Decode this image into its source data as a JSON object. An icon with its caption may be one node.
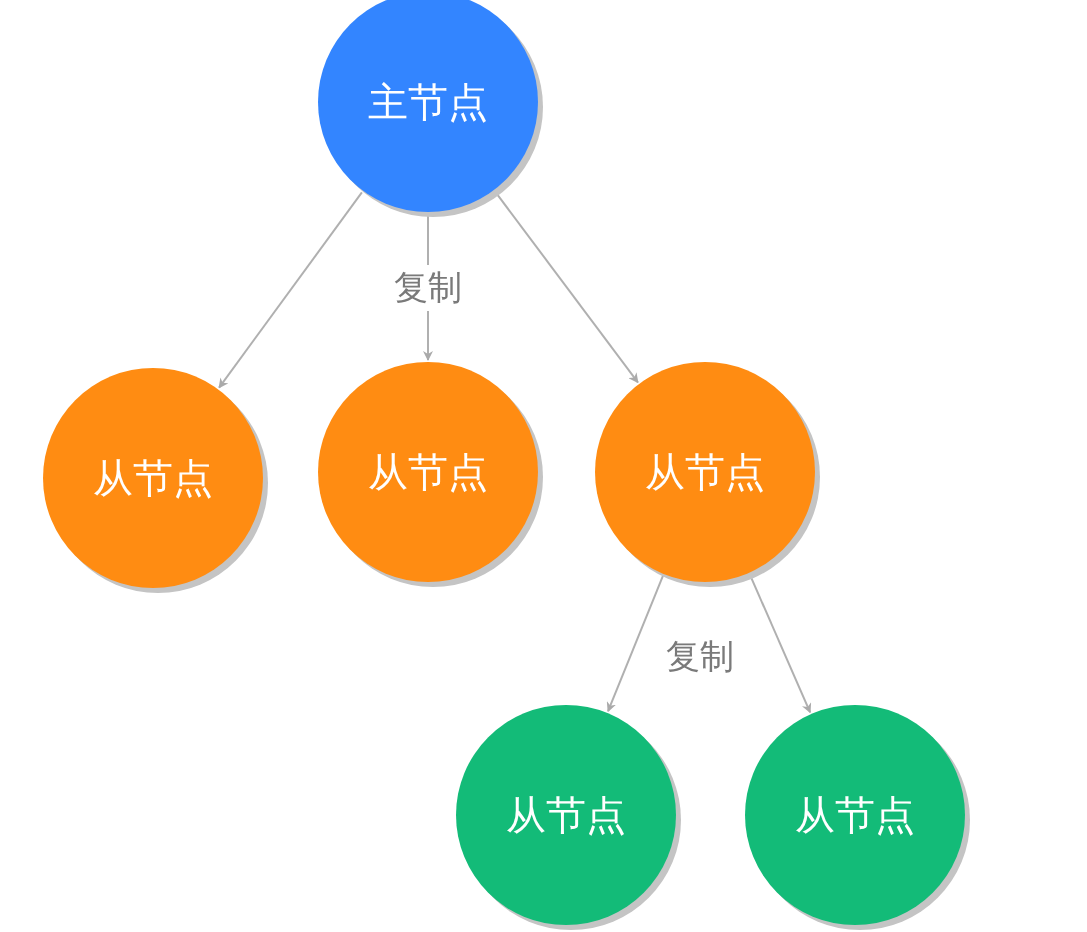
{
  "diagram": {
    "nodes": [
      {
        "text": [
          "主节点"
        ]
      },
      {
        "text": [
          "从节点"
        ]
      },
      {
        "text": [
          "从节点"
        ]
      },
      {
        "text": [
          "从节点"
        ]
      },
      {
        "text": [
          "从节点"
        ]
      },
      {
        "text": [
          "从节点"
        ]
      }
    ],
    "edges": [
      {
        "from": 0,
        "to": 1,
        "arrow": "to"
      },
      {
        "from": 0,
        "to": 2,
        "arrow": "to",
        "label": "复制"
      },
      {
        "from": 0,
        "to": 3,
        "arrow": "to"
      },
      {
        "from": 3,
        "to": 4,
        "arrow": "to"
      },
      {
        "from": 3,
        "to": 5,
        "arrow": "to"
      }
    ],
    "labels": [
      "复制"
    ]
  }
}
